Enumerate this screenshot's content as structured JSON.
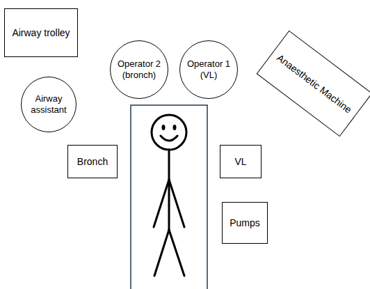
{
  "diagram": {
    "nodes": [
      {
        "text": [
          "Airway trolley"
        ]
      },
      {
        "text": [
          "Operator 2 (bronch)"
        ]
      },
      {
        "text": [
          "Operator 1 (VL)"
        ]
      },
      {
        "text": [
          "Anaesthetic Machine"
        ]
      },
      {
        "text": [
          "Airway assistant"
        ]
      },
      {
        "text": [
          "Bronch"
        ]
      },
      {
        "text": [
          "VL"
        ]
      },
      {
        "text": [
          "Pumps"
        ]
      }
    ]
  }
}
